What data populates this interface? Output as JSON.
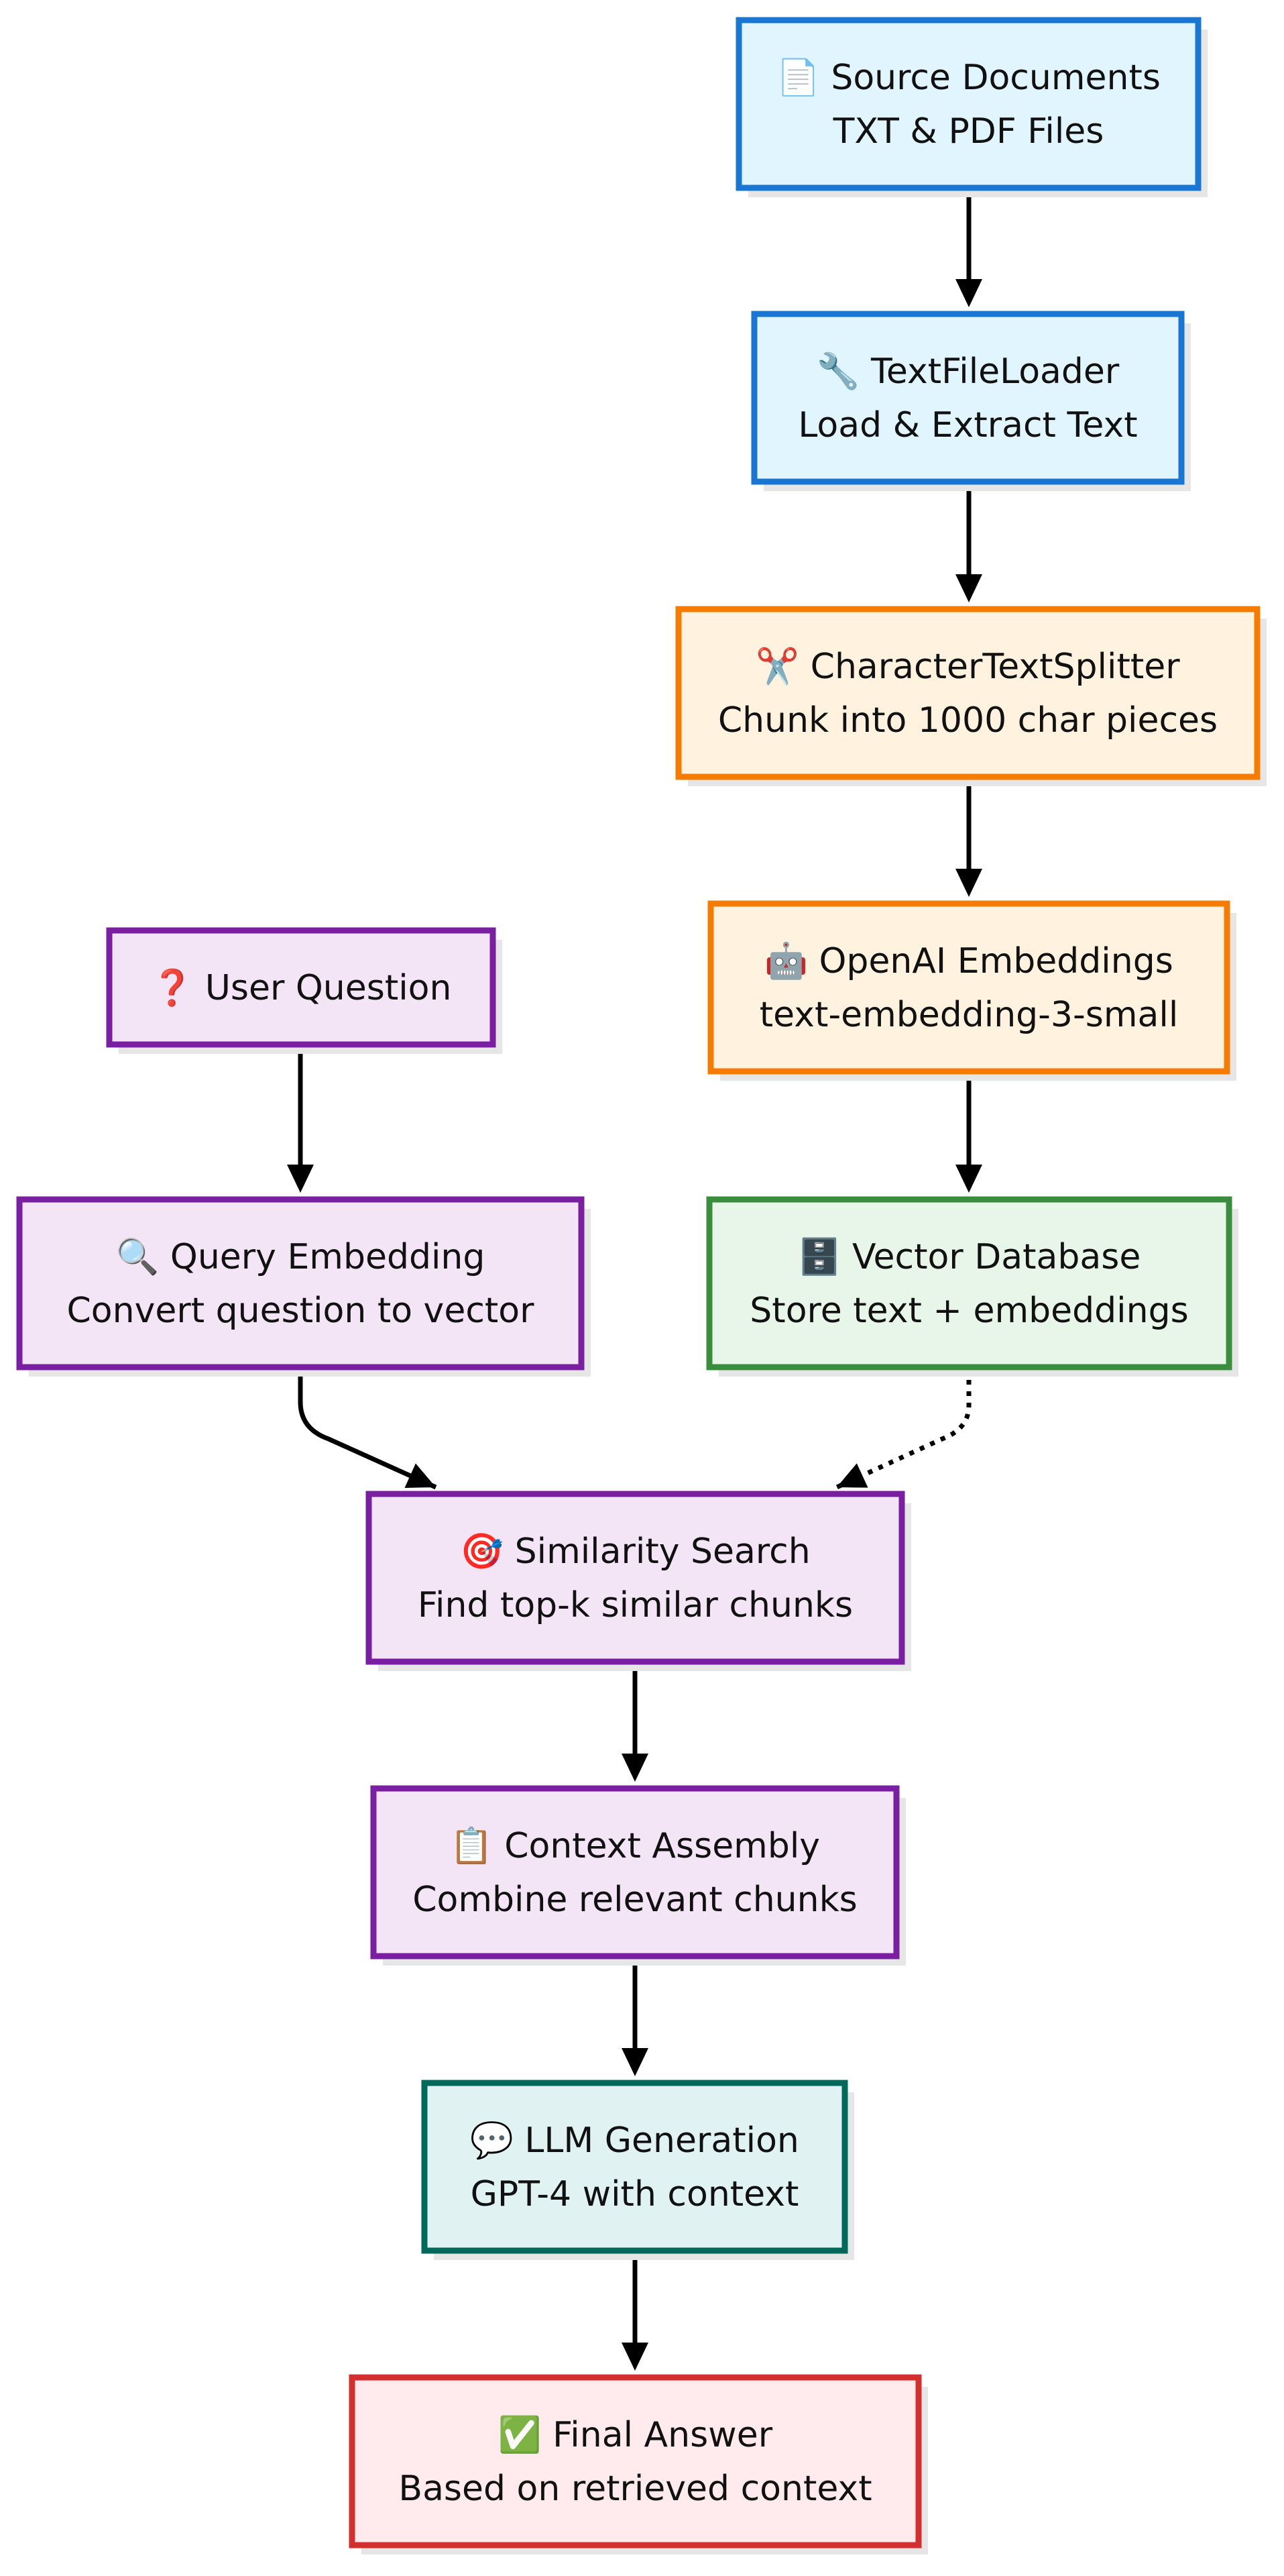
{
  "colors": {
    "blue": {
      "fill": "#e1f5fe",
      "stroke": "#1976d2"
    },
    "orange": {
      "fill": "#fff3e0",
      "stroke": "#f57c00"
    },
    "purple": {
      "fill": "#f3e5f5",
      "stroke": "#7b1fa2"
    },
    "green": {
      "fill": "#e8f5e9",
      "stroke": "#388e3c"
    },
    "teal": {
      "fill": "#e0f2f1",
      "stroke": "#00695c"
    },
    "red": {
      "fill": "#ffebee",
      "stroke": "#d32f2f"
    }
  },
  "nodes": [
    {
      "id": "source-documents",
      "icon": "document-icon",
      "line1": "📄 Source Documents",
      "line2": "TXT & PDF Files",
      "color": "blue"
    },
    {
      "id": "text-file-loader",
      "icon": "wrench-icon",
      "line1": "🔧 TextFileLoader",
      "line2": "Load & Extract Text",
      "color": "blue"
    },
    {
      "id": "character-text-splitter",
      "icon": "scissors-icon",
      "line1": "✂️ CharacterTextSplitter",
      "line2": "Chunk into 1000 char pieces",
      "color": "orange"
    },
    {
      "id": "openai-embeddings",
      "icon": "robot-icon",
      "line1": "🤖 OpenAI Embeddings",
      "line2": "text-embedding-3-small",
      "color": "orange"
    },
    {
      "id": "user-question",
      "icon": "question-icon",
      "line1": "❓ User Question",
      "line2": "",
      "color": "purple"
    },
    {
      "id": "query-embedding",
      "icon": "magnifier-icon",
      "line1": "🔍 Query Embedding",
      "line2": "Convert question to vector",
      "color": "purple"
    },
    {
      "id": "vector-database",
      "icon": "cabinet-icon",
      "line1": "🗄️ Vector Database",
      "line2": "Store text + embeddings",
      "color": "green"
    },
    {
      "id": "similarity-search",
      "icon": "target-icon",
      "line1": "🎯 Similarity Search",
      "line2": "Find top-k similar chunks",
      "color": "purple"
    },
    {
      "id": "context-assembly",
      "icon": "clipboard-icon",
      "line1": "📋 Context Assembly",
      "line2": "Combine relevant chunks",
      "color": "purple"
    },
    {
      "id": "llm-generation",
      "icon": "speech-bubble-icon",
      "line1": "💬 LLM Generation",
      "line2": "GPT-4 with context",
      "color": "teal"
    },
    {
      "id": "final-answer",
      "icon": "check-icon",
      "line1": "✅ Final Answer",
      "line2": "Based on retrieved context",
      "color": "red"
    }
  ],
  "edges": [
    {
      "from": "source-documents",
      "to": "text-file-loader",
      "style": "solid"
    },
    {
      "from": "text-file-loader",
      "to": "character-text-splitter",
      "style": "solid"
    },
    {
      "from": "character-text-splitter",
      "to": "openai-embeddings",
      "style": "solid"
    },
    {
      "from": "openai-embeddings",
      "to": "vector-database",
      "style": "solid"
    },
    {
      "from": "user-question",
      "to": "query-embedding",
      "style": "solid"
    },
    {
      "from": "query-embedding",
      "to": "similarity-search",
      "style": "solid"
    },
    {
      "from": "vector-database",
      "to": "similarity-search",
      "style": "dotted"
    },
    {
      "from": "similarity-search",
      "to": "context-assembly",
      "style": "solid"
    },
    {
      "from": "context-assembly",
      "to": "llm-generation",
      "style": "solid"
    },
    {
      "from": "llm-generation",
      "to": "final-answer",
      "style": "solid"
    }
  ]
}
